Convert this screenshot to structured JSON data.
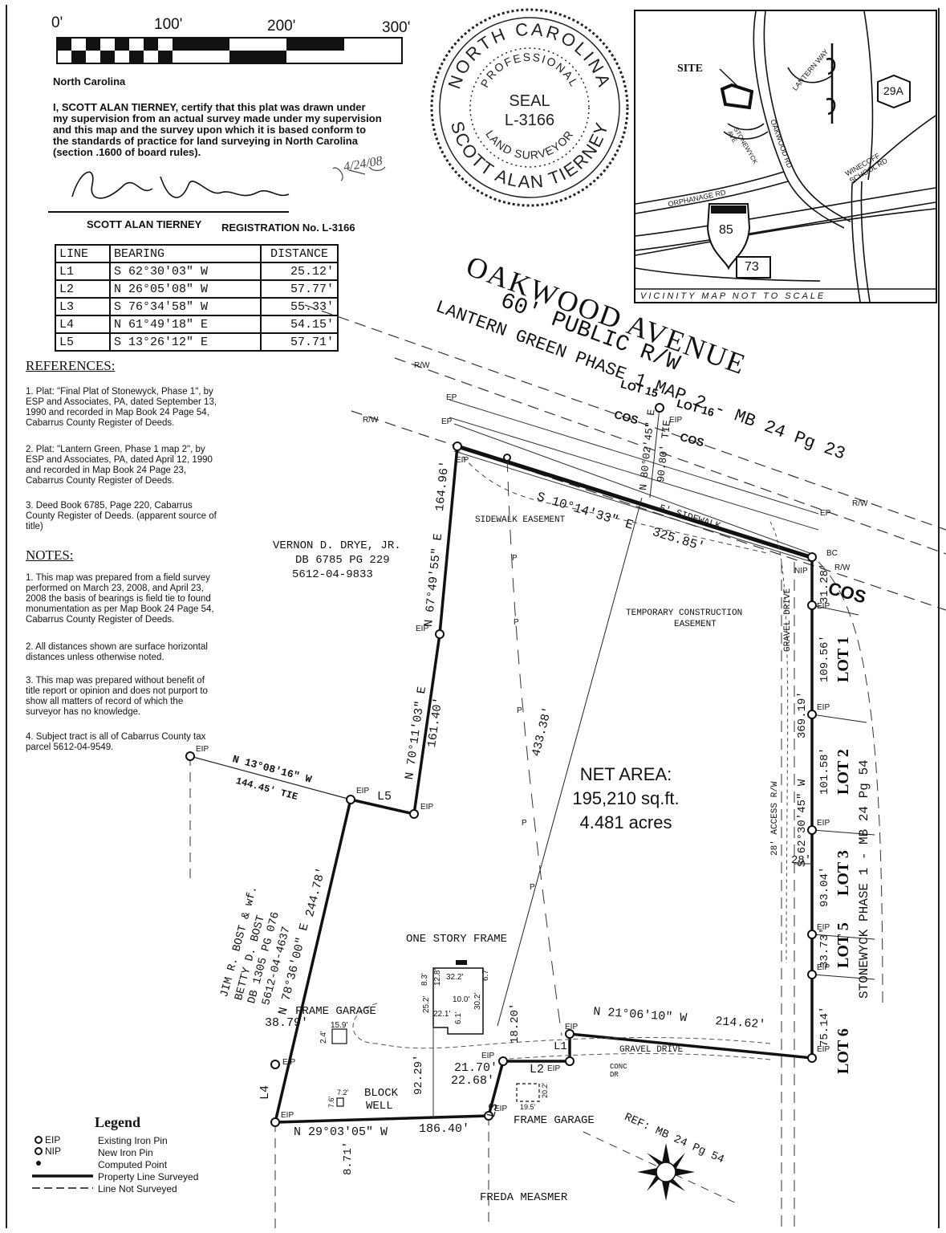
{
  "scale_bar": {
    "labels": [
      "0'",
      "100'",
      "200'",
      "300'"
    ]
  },
  "certification": {
    "state": "North Carolina",
    "text_lines": [
      "I, SCOTT ALAN TIERNEY, certify that this plat was drawn under",
      "my supervision from an actual survey made under my supervision",
      "and this map and the survey upon which it is based conform to",
      "the standards of practice for land surveying in North Carolina",
      "(section .1600 of board rules)."
    ],
    "signer": "SCOTT ALAN TIERNEY",
    "registration": "REGISTRATION No.  L-3166"
  },
  "seal": {
    "outer_top": "NORTH CAROLINA",
    "inner_top": "PROFESSIONAL",
    "center_1": "SEAL",
    "center_2": "L-3166",
    "inner_bottom": "LAND SURVEYOR",
    "outer_bottom": "SCOTT ALAN TIERNEY",
    "signature_date": "4/24/08"
  },
  "line_table": {
    "headers": [
      "LINE",
      "BEARING",
      "DISTANCE"
    ],
    "rows": [
      [
        "L1",
        "S 62°30'03\" W",
        "25.12'"
      ],
      [
        "L2",
        "N 26°05'08\" W",
        "57.77'"
      ],
      [
        "L3",
        "S 76°34'58\" W",
        "55.33'"
      ],
      [
        "L4",
        "N 61°49'18\" E",
        "54.15'"
      ],
      [
        "L5",
        "S 13°26'12\" E",
        "57.71'"
      ]
    ]
  },
  "references": {
    "heading": "REFERENCES:",
    "items": [
      [
        "1. Plat: \"Final Plat of Stonewyck, Phase 1\", by",
        "ESP and Associates, PA, dated September 13,",
        "1990 and recorded in Map Book 24 Page 54,",
        "Cabarrus County Register of Deeds."
      ],
      [
        "2. Plat: \"Lantern Green, Phase 1 map 2\", by",
        "ESP and Associates, PA, dated April 12, 1990",
        "and recorded in Map Book 24 Page 23,",
        "Cabarrus County Register of Deeds."
      ],
      [
        "3. Deed Book 6785, Page 220, Cabarrus",
        "County Register of Deeds. (apparent source of",
        "title)"
      ]
    ]
  },
  "notes": {
    "heading": "NOTES:",
    "items": [
      [
        "1. This map was prepared from a field survey",
        "performed on March 23, 2008, and April 23,",
        "2008 the basis of bearings is field tie to found",
        "monumentation as per Map Book 24 Page 54,",
        "Cabarrus County Register of Deeds."
      ],
      [
        "2. All distances shown are surface horizontal",
        "distances unless otherwise noted."
      ],
      [
        "3. This map was prepared without benefit of",
        "title report or opinion and does not purport to",
        "show all matters of record of which the",
        "surveyor has no knowledge."
      ],
      [
        "4. Subject tract is all of Cabarrus County tax",
        "parcel 5612-04-9549."
      ]
    ]
  },
  "vicinity_map": {
    "site": "SITE",
    "roads": [
      "LANTERN WAY",
      "OAKWOOD RD",
      "STONEWYCK AVE",
      "ORPHANAGE RD",
      "WINECOFF SCHOOL RD"
    ],
    "route_29a": "29A",
    "interstate": "85",
    "route_73": "73",
    "caption": "VICINITY MAP   NOT TO SCALE"
  },
  "street": {
    "name": "OAKWOOD AVENUE",
    "row": "60' PUBLIC R/W",
    "subdivision": "LANTERN GREEN PHASE 1 MAP 2 - MB 24 Pg 23",
    "lot15": "LOT 15",
    "lot16": "LOT 16"
  },
  "owners": {
    "north_west": [
      "VERNON D. DRYE, JR.",
      "DB 6785 PG 229",
      "5612-04-9833"
    ],
    "west": [
      "JIM R. BOST & wf.",
      "BETTY D. BOST",
      "DB 1305 PG 076",
      "5612-04-4637"
    ],
    "south": "FREDA MEASMER"
  },
  "east_subdivision": "STONEWYCK PHASE 1 - MB 24 Pg 54",
  "lots": [
    "LOT 1",
    "LOT 2",
    "LOT 3",
    "LOT 5",
    "LOT 6"
  ],
  "area": {
    "label": "NET AREA:",
    "sqft": "195,210 sq.ft.",
    "acres": "4.481 acres"
  },
  "calls": {
    "north_line": "S 10°14'33\" E",
    "north_dist": "325.85'",
    "east_line": "S 62°30'45\" W",
    "east_dist": "369.19'",
    "seg_31": "31.28'",
    "seg_109": "109.56'",
    "seg_101": "101.58'",
    "seg_93": "93.04'",
    "seg_33": "33.73'",
    "seg_75": "75.14'",
    "seg_28": "28'",
    "south_east_line": "N 21°06'10\" W",
    "south_east_dist": "214.62'",
    "south_line": "N 29°03'05\" W",
    "south_dist": "186.40'",
    "west_line": "N 78°36'00\" E",
    "west_dist": "244.78'",
    "west_seg": "38.79'",
    "tie_line": "N 13°08'16\" W",
    "tie_dist": "144.45' TIE",
    "nw_line_1": "N 67°49'55\" E",
    "nw_dist_1": "164.96'",
    "nw_line_2": "N 70°11'03\" E",
    "nw_dist_2": "161.40'",
    "diag": "433.38'",
    "tie_north": "N 80°02'45\" E",
    "tie_north_dist": "90.80' TIE",
    "d_21": "21.70'",
    "d_22": "22.68'",
    "d_18": "18.20'",
    "d_92": "92.29'",
    "d_871": "8.71'"
  },
  "labels": {
    "sidewalk_easement": "SIDEWALK EASEMENT",
    "sidewalk": "5' SIDEWALK",
    "temp_easement_1": "TEMPORARY CONSTRUCTION",
    "temp_easement_2": "EASEMENT",
    "gravel_drive": "GRAVEL DRIVE",
    "access_rw": "28' ACCESS R/W",
    "one_story": "ONE STORY FRAME",
    "frame_garage": "FRAME GARAGE",
    "block_well_1": "BLOCK",
    "block_well_2": "WELL",
    "frame_garage_2": "FRAME GARAGE",
    "ref": "REF: MB 24 Pg 54",
    "conc": "CONC DR",
    "cos": "COS",
    "eip": "EIP",
    "nip": "NIP",
    "ep": "EP",
    "rw": "R/W",
    "bc": "BC",
    "p": "P",
    "l1": "L1",
    "l2": "L2",
    "l3": "L3",
    "l4": "L4",
    "l5": "L5",
    "house_dims": [
      "32.2'",
      "25.2'",
      "8.3'",
      "12.8'",
      "6.7'",
      "10.0'",
      "30.2'",
      "22.1'",
      "6.1'"
    ],
    "garage_dims": [
      "2.4'",
      "15.9'"
    ],
    "well_dims": [
      "7.2'",
      "7.6'"
    ],
    "garage2_dims": [
      "19.5'",
      "20.2'"
    ]
  },
  "legend": {
    "title": "Legend",
    "items": [
      {
        "key": "EIP",
        "text": "Existing Iron Pin"
      },
      {
        "key": "NIP",
        "text": "New Iron Pin"
      },
      {
        "key": "",
        "text": "Computed Point"
      },
      {
        "key": "",
        "text": "Property Line Surveyed"
      },
      {
        "key": "",
        "text": "Line Not Surveyed"
      }
    ]
  }
}
